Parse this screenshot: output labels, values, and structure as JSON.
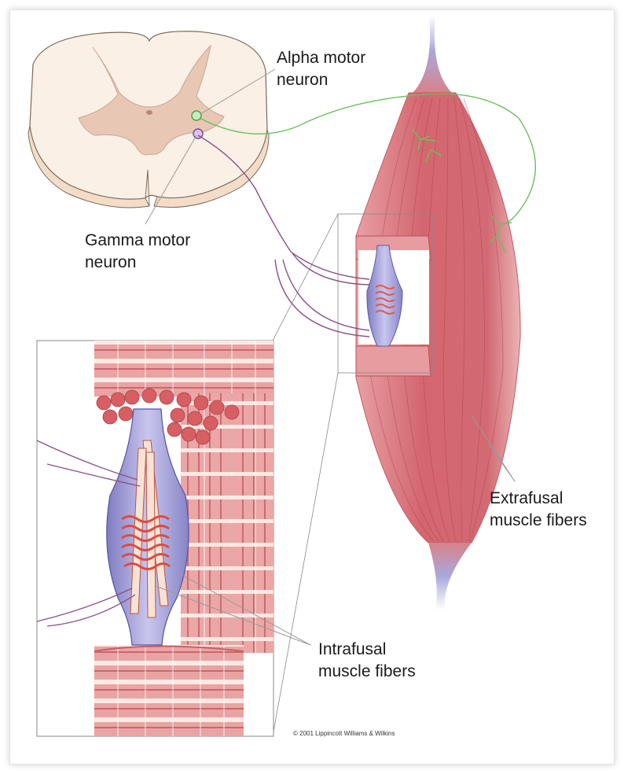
{
  "labels": {
    "alpha": [
      "Alpha motor",
      "neuron"
    ],
    "gamma": [
      "Gamma motor",
      "neuron"
    ],
    "extrafusal": [
      "Extrafusal",
      "muscle fibers"
    ],
    "intrafusal": [
      "Intrafusal",
      "muscle fibers"
    ]
  },
  "copyright": "© 2001 Lippincott Williams & Wilkins",
  "colors": {
    "muscle": "#d9707a",
    "muscle_light": "#f2c9c4",
    "capsule": "#9b98cf",
    "alpha_nerve": "#6cbf5e",
    "gamma_nerve": "#8a4f86",
    "cord_gray": "#e8c8b4",
    "cord_white": "#fbf0e6"
  }
}
